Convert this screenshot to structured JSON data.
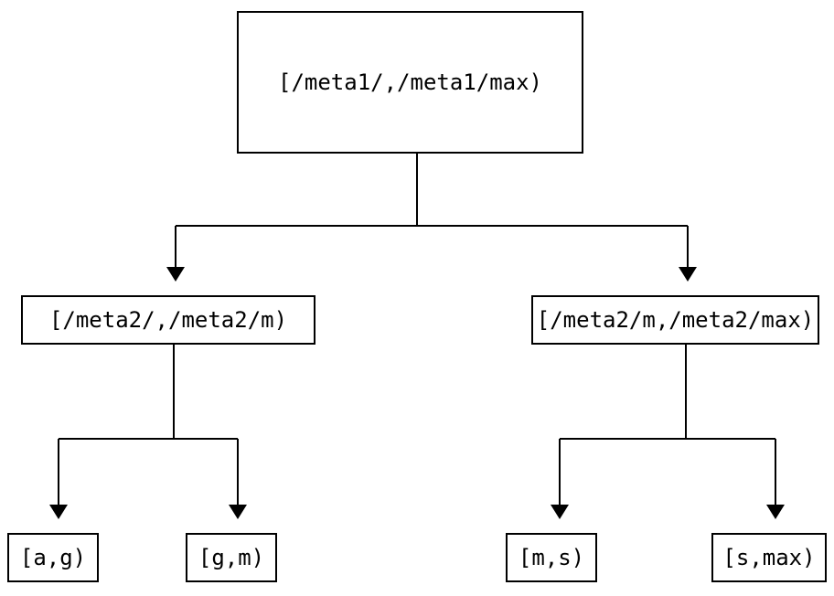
{
  "diagram": {
    "type": "tree",
    "colors": {
      "background": "#ffffff",
      "line": "#000000",
      "box_border": "#000000",
      "box_fill": "#ffffff",
      "text": "#000000"
    },
    "nodes": {
      "root": {
        "label": "[/meta1/,/meta1/max)"
      },
      "level2": [
        {
          "label": "[/meta2/,/meta2/m)"
        },
        {
          "label": "[/meta2/m,/meta2/max)"
        }
      ],
      "leaves": [
        {
          "label": "[a,g)"
        },
        {
          "label": "[g,m)"
        },
        {
          "label": "[m,s)"
        },
        {
          "label": "[s,max)"
        }
      ]
    }
  }
}
